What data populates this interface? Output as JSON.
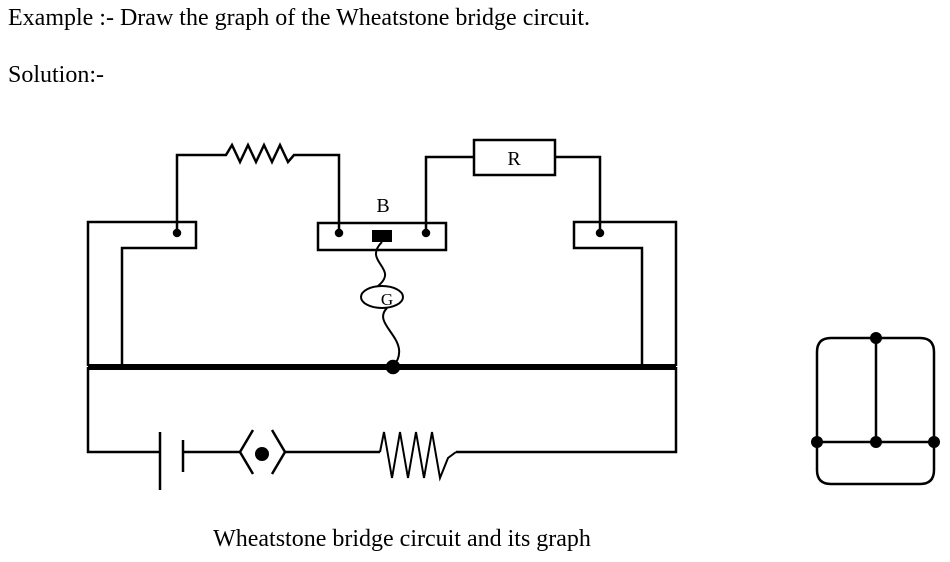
{
  "text": {
    "example": "Example :- Draw the graph of the Wheatstone bridge circuit.",
    "solution": "Solution:-",
    "caption": "Wheatstone bridge circuit and its graph"
  },
  "circuit": {
    "known_resistor_label": "R",
    "jockey_label": "B",
    "galvanometer_label": "G"
  },
  "colors": {
    "ink": "#000000",
    "background": "#ffffff"
  }
}
